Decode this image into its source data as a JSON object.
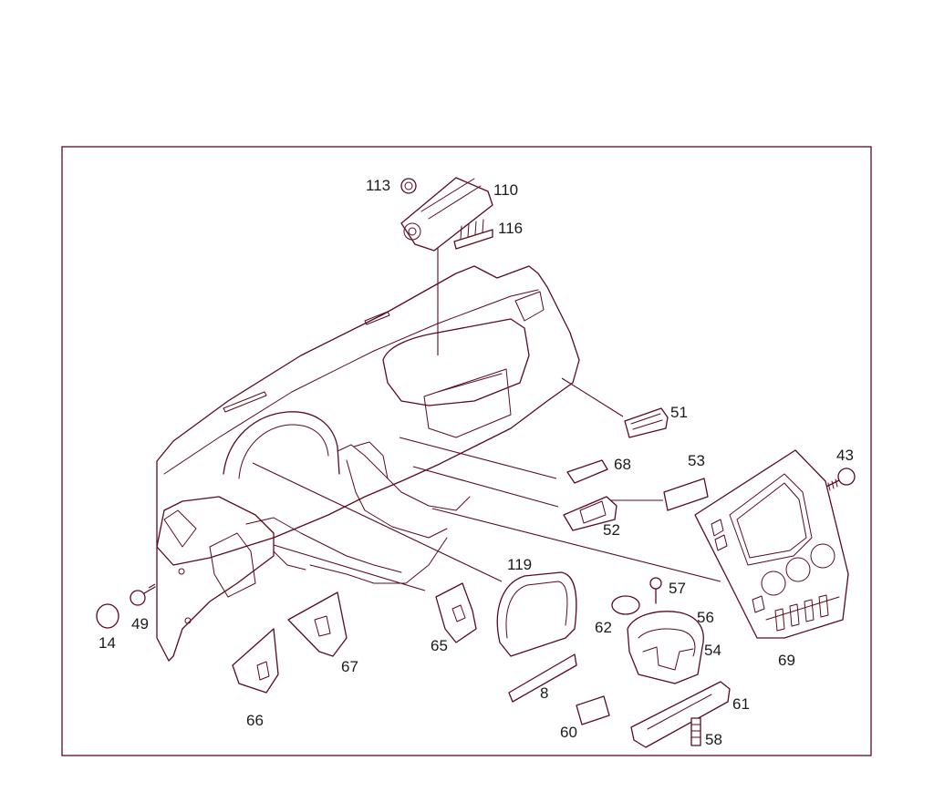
{
  "diagram": {
    "colors": {
      "line": "#5a0a1e",
      "text": "#1a1a1a",
      "background": "#ffffff"
    },
    "labels": {
      "p113": "113",
      "p110": "110",
      "p116": "116",
      "p51": "51",
      "p68": "68",
      "p53": "53",
      "p52": "52",
      "p43": "43",
      "p119": "119",
      "p57": "57",
      "p56": "56",
      "p54": "54",
      "p62": "62",
      "p69": "69",
      "p14": "14",
      "p49": "49",
      "p65": "65",
      "p67": "67",
      "p66": "66",
      "p8": "8",
      "p61": "61",
      "p60": "60",
      "p58": "58"
    }
  }
}
